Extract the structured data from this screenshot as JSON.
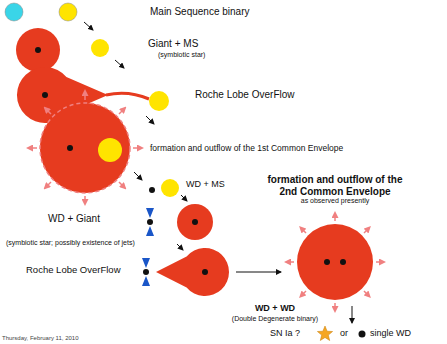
{
  "diagram": {
    "labels": [
      "Main Sequence binary",
      "Giant + MS",
      "(symbiotic star)",
      "Roche Lobe OverFlow",
      "formation and outflow of the 1st Common Envelope",
      "WD + MS",
      "formation and outflow of the 2nd Common Envelope",
      "as observed presently",
      "WD + Giant",
      "(symbiotic star; possibly existence of jets)",
      "Roche Lobe OverFlow",
      "WD + WD",
      "(Double Degenerate binary)",
      "SN Ia ?",
      "or",
      "single WD",
      "Thursday, February 11, 2010"
    ]
  }
}
